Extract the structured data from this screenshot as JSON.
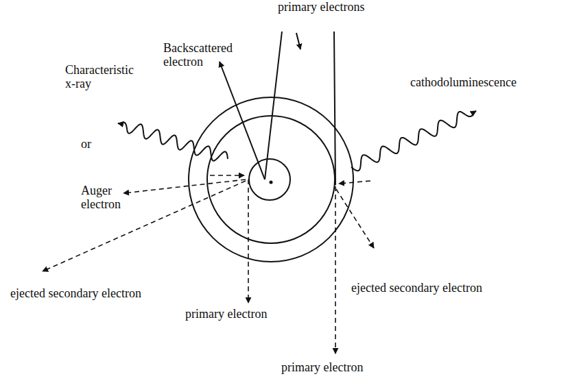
{
  "diagram": {
    "labels": [
      "primary electrons",
      "Backscattered electron",
      "Characteristic x-ray",
      "or",
      "Auger electron",
      "cathodoluminescence",
      "ejected secondary electron",
      "ejected secondary electron",
      "primary electron",
      "primary electron"
    ]
  }
}
